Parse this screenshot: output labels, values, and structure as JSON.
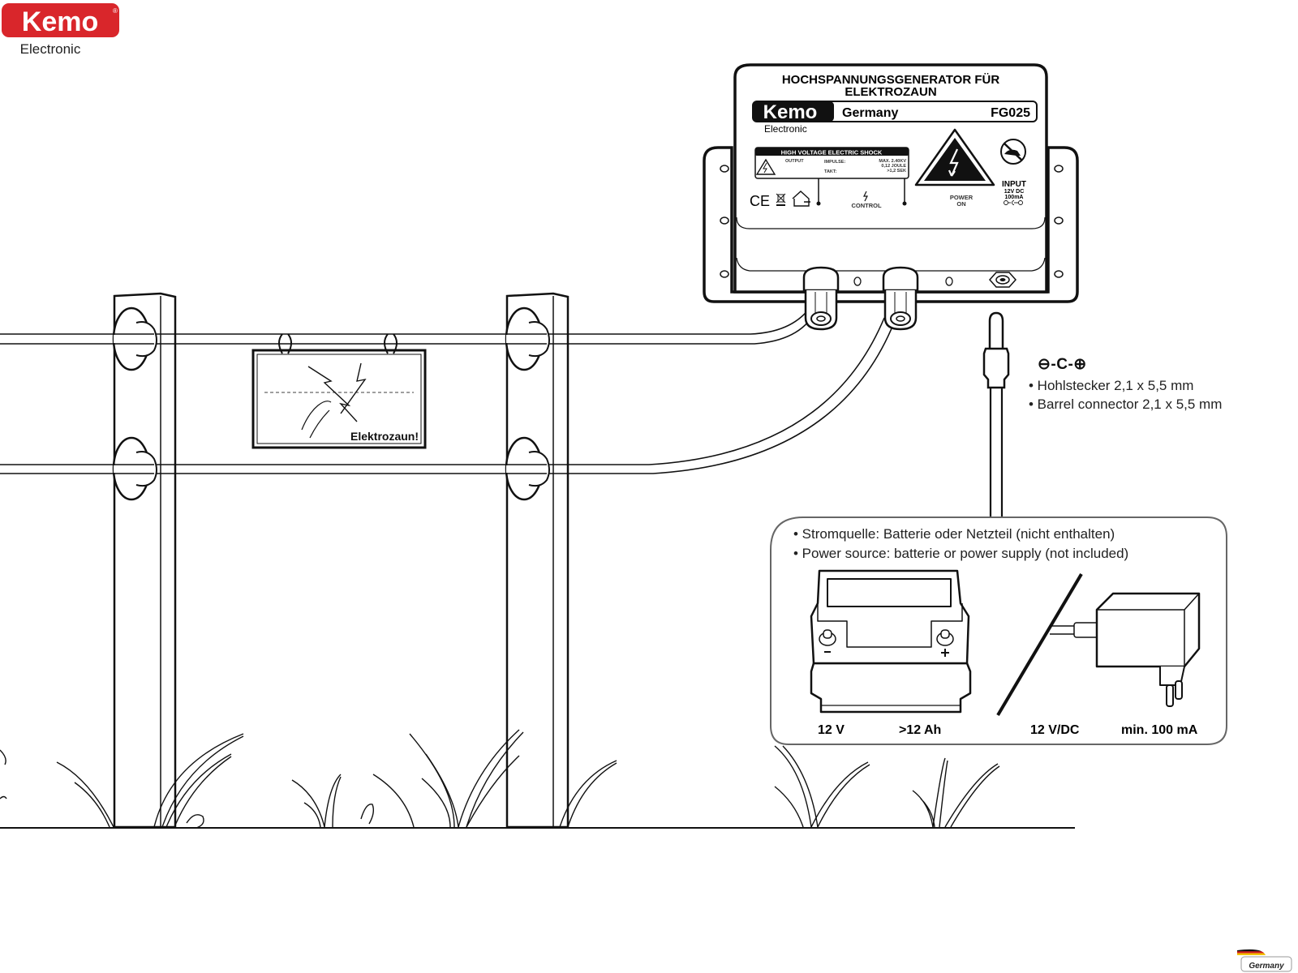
{
  "brand": {
    "logo_text": "Kemo",
    "logo_sub": "Electronic",
    "logo_color": "#d9262b",
    "badge_text": "Germany"
  },
  "device": {
    "title_line1": "HOCHSPANNUNGSGENERATOR FÜR",
    "title_line2": "ELEKTROZAUN",
    "label_brand": "Kemo",
    "label_brand_sub": "Electronic",
    "label_country": "Germany",
    "model": "FG025",
    "warning_header": "HIGH VOLTAGE ELECTRIC SHOCK",
    "output_label": "OUTPUT",
    "impulse_label": "IMPULSE:",
    "impulse_value_1": "MAX. 2.40KV",
    "impulse_value_2": "0,12 JOULE",
    "takt_label": "TAKT:",
    "takt_value": ">1,2 SEK",
    "control_label": "CONTROL",
    "power_label_1": "POWER",
    "power_label_2": "ON",
    "input_label": "INPUT",
    "input_voltage": "12V DC",
    "input_current": "100mA",
    "ce_mark": "CE"
  },
  "connector": {
    "polarity_symbol": "⊖-C-⊕",
    "line_de": "• Hohlstecker 2,1 x 5,5 mm",
    "line_en": "• Barrel connector 2,1 x 5,5 mm"
  },
  "power_box": {
    "line_de": "•  Stromquelle: Batterie oder Netzteil (nicht enthalten)",
    "line_en": "•  Power source: batterie or power supply (not included)",
    "battery_voltage": "12 V",
    "battery_capacity": ">12 Ah",
    "adapter_voltage": "12 V/DC",
    "adapter_current": "min. 100 mA"
  },
  "fence_sign": {
    "text": "Elektrozaun!"
  }
}
